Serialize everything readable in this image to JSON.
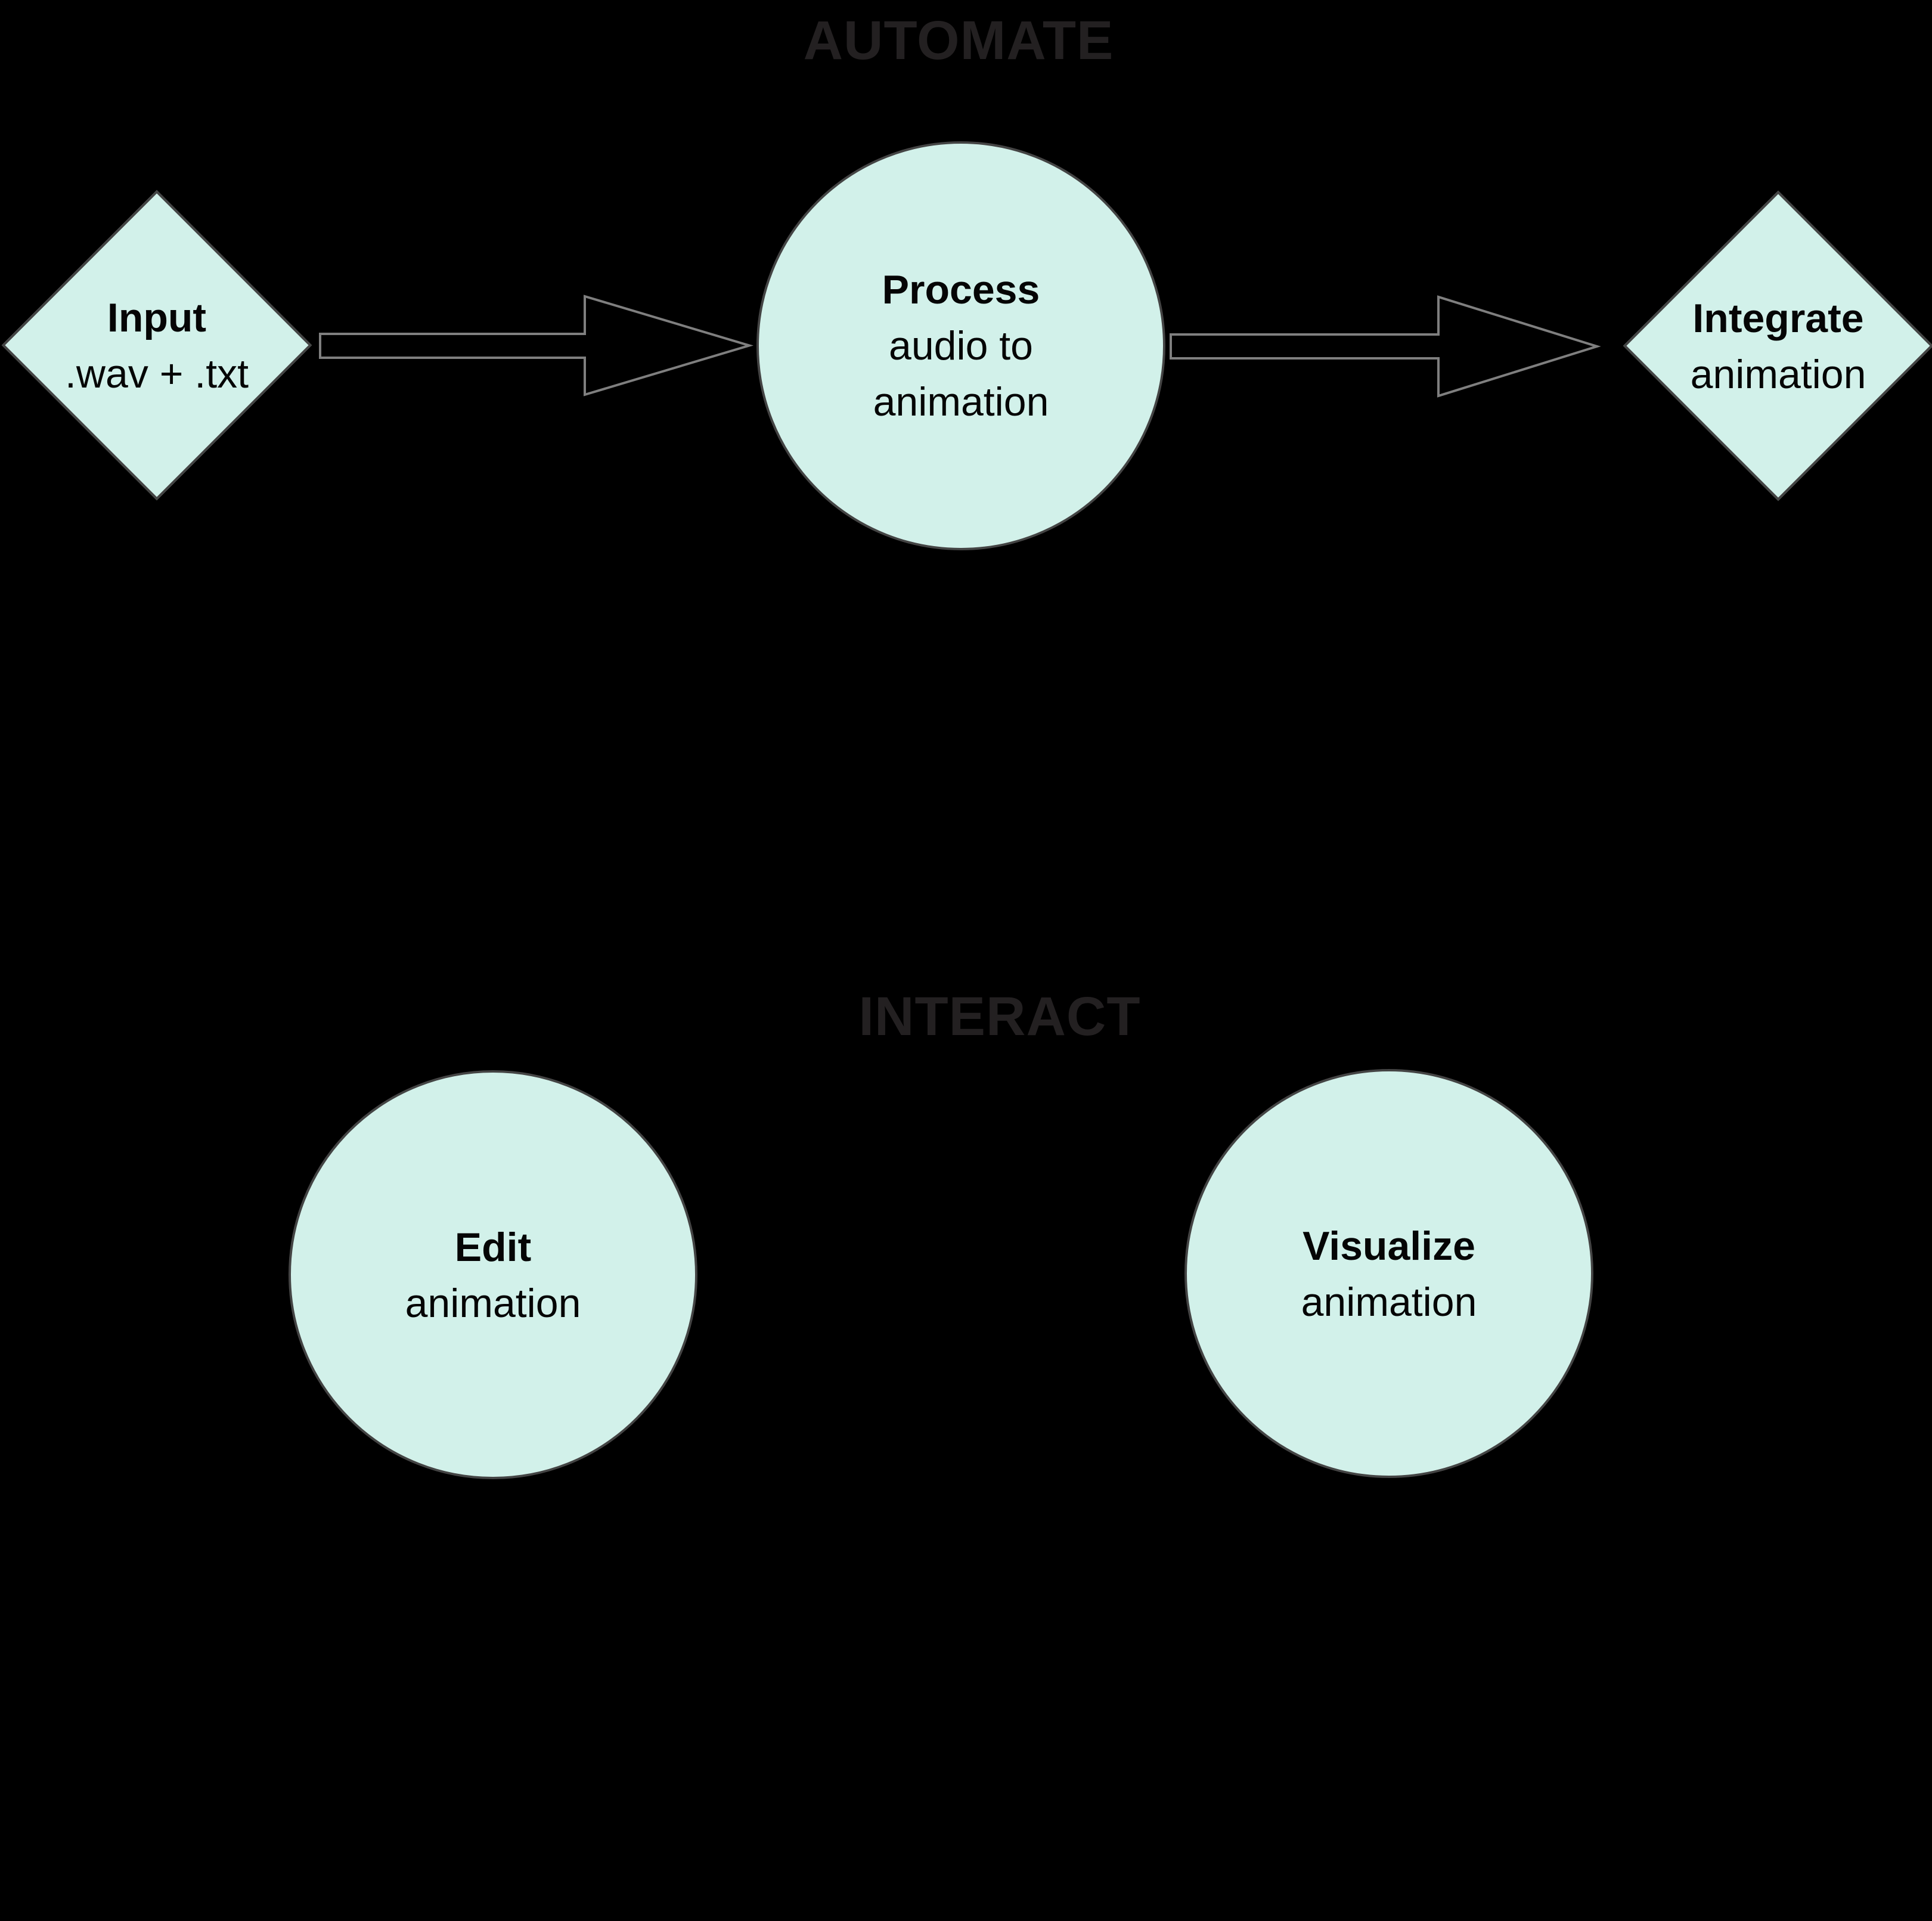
{
  "sections": {
    "automate": {
      "title": "AUTOMATE"
    },
    "interact": {
      "title": "INTERACT"
    }
  },
  "nodes": {
    "input": {
      "shape": "diamond",
      "lines": [
        "Input",
        ".wav + .txt"
      ]
    },
    "process": {
      "shape": "circle",
      "lines": [
        "Process",
        "audio to",
        "animation"
      ]
    },
    "integrate": {
      "shape": "diamond",
      "lines": [
        "Integrate",
        "animation"
      ]
    },
    "edit": {
      "shape": "circle",
      "lines": [
        "Edit",
        "animation"
      ]
    },
    "visualize": {
      "shape": "circle",
      "lines": [
        "Visualize",
        "animation"
      ]
    }
  },
  "edges": [
    {
      "from": "input",
      "to": "process",
      "type": "hollow-arrow-right"
    },
    {
      "from": "process",
      "to": "integrate",
      "type": "hollow-arrow-right"
    }
  ],
  "colors": {
    "background": "#000000",
    "node_fill": "#d2f1ea",
    "node_border": "#444444",
    "arrow_outline": "#7f7f7f",
    "section_title": "#232021",
    "node_text": "#050505"
  }
}
